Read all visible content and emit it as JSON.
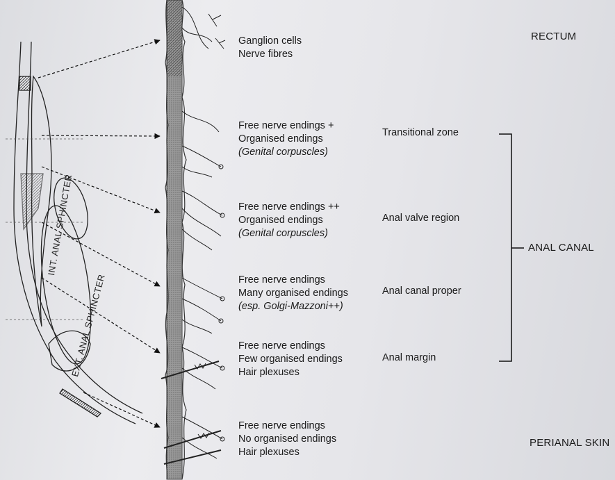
{
  "sections": {
    "rectum": [
      "Ganglion cells",
      "Nerve fibres"
    ],
    "transitional": [
      "Free nerve endings +",
      "Organised endings",
      "(Genital corpuscles)"
    ],
    "valve": [
      "Free nerve endings ++",
      "Organised endings",
      "(Genital corpuscles)"
    ],
    "canal_proper": [
      "Free nerve endings",
      "Many organised endings",
      "(esp. Golgi-Mazzoni++)"
    ],
    "margin": [
      "Free nerve endings",
      "Few organised endings",
      "Hair plexuses"
    ],
    "perianal": [
      "Free nerve endings",
      "No organised endings",
      "Hair plexuses"
    ]
  },
  "regions": {
    "rectum": "RECTUM",
    "transitional_zone": "Transitional zone",
    "anal_valve_region": "Anal valve region",
    "anal_canal": "ANAL CANAL",
    "anal_canal_proper": "Anal canal proper",
    "anal_margin": "Anal margin",
    "perianal_skin": "PERIANAL SKIN"
  },
  "muscles": {
    "internal": "INT. ANAL SPHINCTER",
    "external": "EXT. ANAL SPHINCTER"
  }
}
